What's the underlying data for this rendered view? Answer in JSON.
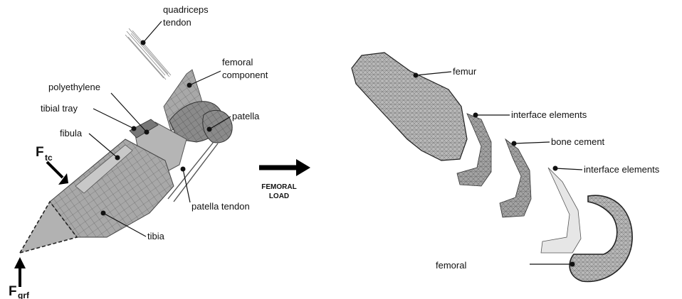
{
  "left_labels": {
    "quadriceps_line1": "quadriceps",
    "quadriceps_line2": "tendon",
    "femoral_component_line1": "femoral",
    "femoral_component_line2": "component",
    "polyethylene": "polyethylene",
    "tibial_tray": "tibial tray",
    "fibula": "fibula",
    "patella": "patella",
    "patella_tendon": "patella tendon",
    "tibia": "tibia"
  },
  "forces": {
    "tibiocondylar_main": "F",
    "tibiocondylar_sub": "tc",
    "ground_reaction_main": "F",
    "ground_reaction_sub": "grf"
  },
  "transition": {
    "line1": "FEMORAL",
    "line2": "LOAD"
  },
  "right_labels": {
    "femur": "femur",
    "interface_elements_1": "interface elements",
    "bone_cement": "bone cement",
    "interface_elements_2": "interface elements",
    "femoral": "femoral"
  },
  "colors": {
    "mesh_dark": "#6f6f6f",
    "mesh_mid": "#9a9a9a",
    "mesh_light": "#c4c4c4",
    "line": "#111111"
  }
}
